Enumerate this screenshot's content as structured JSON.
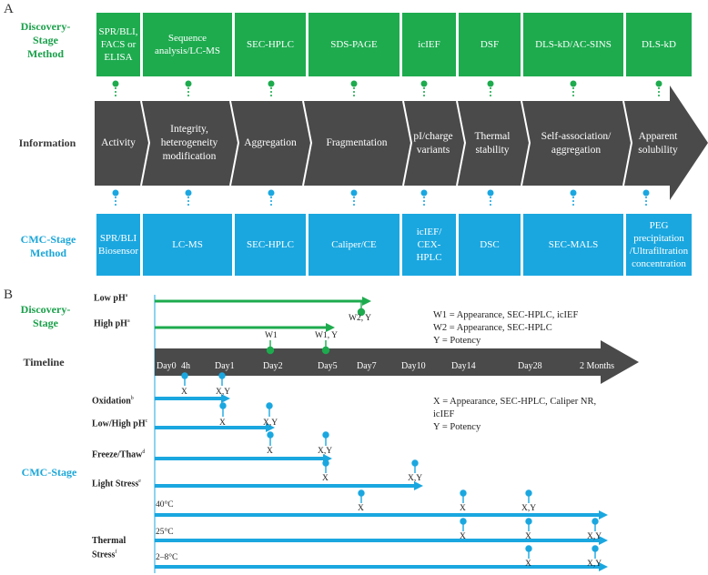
{
  "panelA": {
    "label": "A",
    "discovery_label": [
      "Discovery-",
      "Stage",
      "Method"
    ],
    "information_label": "Information",
    "cmc_label": [
      "CMC-Stage",
      "Method"
    ],
    "columns": [
      {
        "discovery": [
          "SPR/BLI,",
          "FACS or",
          "ELISA"
        ],
        "info": [
          "Activity"
        ],
        "cmc": [
          "SPR/BLI",
          "Biosensor"
        ]
      },
      {
        "discovery": [
          "Sequence",
          "analysis/LC-MS"
        ],
        "info": [
          "Integrity,",
          "heterogeneity",
          "modification"
        ],
        "cmc": [
          "LC-MS"
        ]
      },
      {
        "discovery": [
          "SEC-HPLC"
        ],
        "info": [
          "Aggregation"
        ],
        "cmc": [
          "SEC-HPLC"
        ]
      },
      {
        "discovery": [
          "SDS-PAGE"
        ],
        "info": [
          "Fragmentation"
        ],
        "cmc": [
          "Caliper/CE"
        ]
      },
      {
        "discovery": [
          "icIEF"
        ],
        "info": [
          "pI/charge",
          "variants"
        ],
        "cmc": [
          "icIEF/",
          "CEX-HPLC"
        ]
      },
      {
        "discovery": [
          "DSF"
        ],
        "info": [
          "Thermal",
          "stability"
        ],
        "cmc": [
          "DSC"
        ]
      },
      {
        "discovery": [
          "DLS-kD/AC-SINS"
        ],
        "info": [
          "Self-association/",
          "aggregation"
        ],
        "cmc": [
          "SEC-MALS"
        ]
      },
      {
        "discovery": [
          "DLS-kD"
        ],
        "info": [
          "Apparent",
          "solubility"
        ],
        "cmc": [
          "PEG precipitation",
          "/Ultrafiltration",
          "concentration"
        ]
      }
    ]
  },
  "panelB": {
    "label": "B",
    "discovery_label": [
      "Discovery-",
      "Stage"
    ],
    "timeline_label": "Timeline",
    "cmc_label": "CMC-Stage",
    "timepoints": [
      "Day0",
      "4h",
      "Day1",
      "Day2",
      "Day5",
      "Day7",
      "Day10",
      "Day14",
      "Day28",
      "2 Months"
    ],
    "discovery_conditions": [
      {
        "name": "Low pH",
        "sup": "a"
      },
      {
        "name": "High pH",
        "sup": "a"
      }
    ],
    "discovery_tags": {
      "w2y": "W2, Y",
      "w1": "W1",
      "w1y": "W1, Y"
    },
    "discovery_legend": [
      "W1 = Appearance, SEC-HPLC, icIEF",
      "W2 = Appearance, SEC-HPLC",
      "Y = Potency"
    ],
    "cmc_legend": [
      "X = Appearance, SEC-HPLC, Caliper NR,",
      "icIEF",
      "Y = Potency"
    ],
    "cmc_conditions": [
      {
        "name": "Oxidation",
        "sup": "b"
      },
      {
        "name": "Low/High pH",
        "sup": "c"
      },
      {
        "name": "Freeze/Thaw",
        "sup": "d"
      },
      {
        "name": "Light Stress",
        "sup": "e"
      }
    ],
    "thermal_label": "Thermal",
    "thermal_label2": "Stress",
    "thermal_sup": "f",
    "temps": [
      "40°C",
      "25°C",
      "2–8°C"
    ],
    "x": "X",
    "xy": "X,Y"
  }
}
